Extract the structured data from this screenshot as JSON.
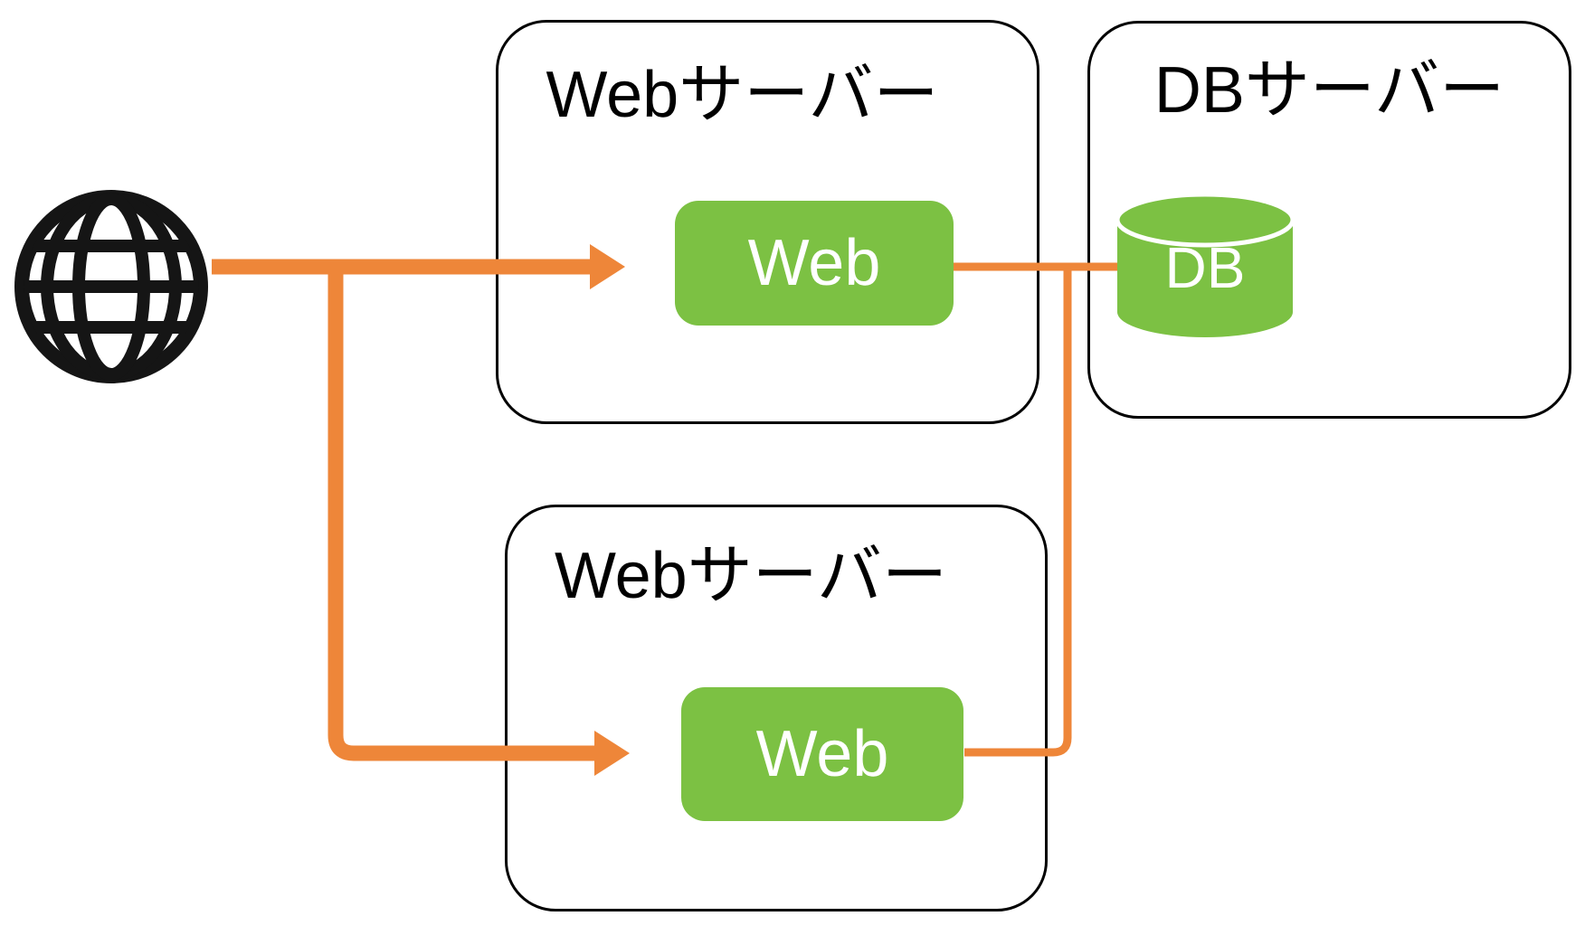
{
  "diagram": {
    "internet": {
      "icon": "globe-icon"
    },
    "web_servers": [
      {
        "title": "Webサーバー",
        "node_label": "Web"
      },
      {
        "title": "Webサーバー",
        "node_label": "Web"
      }
    ],
    "db_server": {
      "title": "DBサーバー",
      "node_label": "DB"
    },
    "colors": {
      "connector_orange": "#EE8639",
      "node_green": "#7CC143",
      "box_border_black": "#000000",
      "icon_black": "#151515",
      "node_text_white": "#FFFFFF"
    }
  }
}
